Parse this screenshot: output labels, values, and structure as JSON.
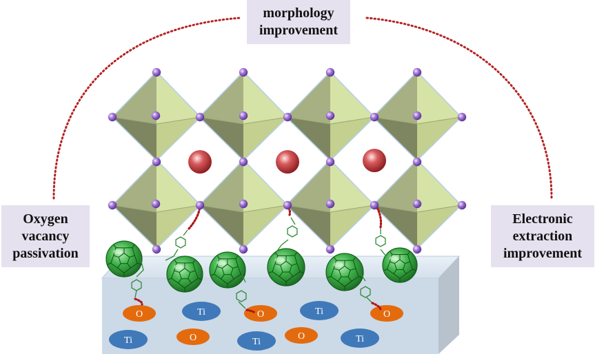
{
  "labels": {
    "top": [
      "morphology",
      "improvement"
    ],
    "left": [
      "Oxygen",
      "vacancy",
      "passivation"
    ],
    "right": [
      "Electronic",
      "extraction",
      "improvement"
    ]
  },
  "atoms": {
    "titanium": "Ti",
    "oxygen": "O"
  },
  "colors": {
    "label_bg": "#e6e1ef",
    "octahedron_light": "#d6e3a6",
    "octahedron_dark": "#7d8660",
    "octahedron_mid": "#a9b386",
    "anion_sphere": "#9c6fd1",
    "cation_sphere": "#c8484a",
    "fullerene": "#2f9a3a",
    "linker_bond": "#b01818",
    "substrate_top": "#dfe9f2",
    "substrate_front": "#c9d7e6",
    "substrate_side": "#b9c4cf",
    "ti_ellipse": "#3f79b9",
    "o_ellipse": "#e36b0e"
  }
}
